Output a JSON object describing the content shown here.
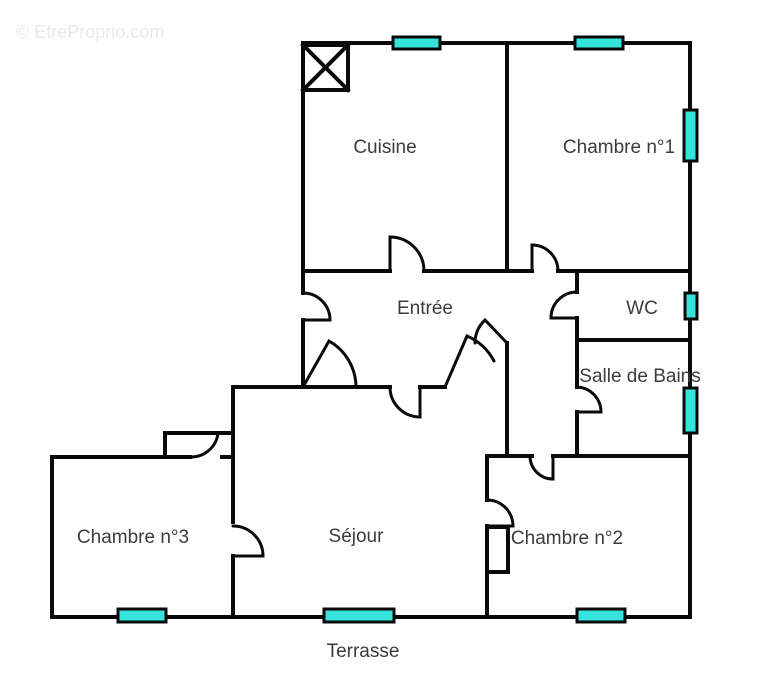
{
  "watermark": {
    "text": "© EtreProprio.com"
  },
  "plan": {
    "wall_color": "#0a0a0a",
    "door_color": "#0a0a0a",
    "window_color": "#35e3db",
    "window_border_color": "#0a0a0a",
    "label_color": "#3c3c3c",
    "rooms": {
      "cuisine": {
        "label": "Cuisine"
      },
      "chambre1": {
        "label": "Chambre n°1"
      },
      "entree": {
        "label": "Entrée"
      },
      "wc": {
        "label": "WC"
      },
      "salle_de_bains": {
        "label": "Salle de Bains"
      },
      "chambre3": {
        "label": "Chambre n°3"
      },
      "sejour": {
        "label": "Séjour"
      },
      "chambre2": {
        "label": "Chambre n°2"
      },
      "terrasse": {
        "label": "Terrasse"
      }
    }
  }
}
